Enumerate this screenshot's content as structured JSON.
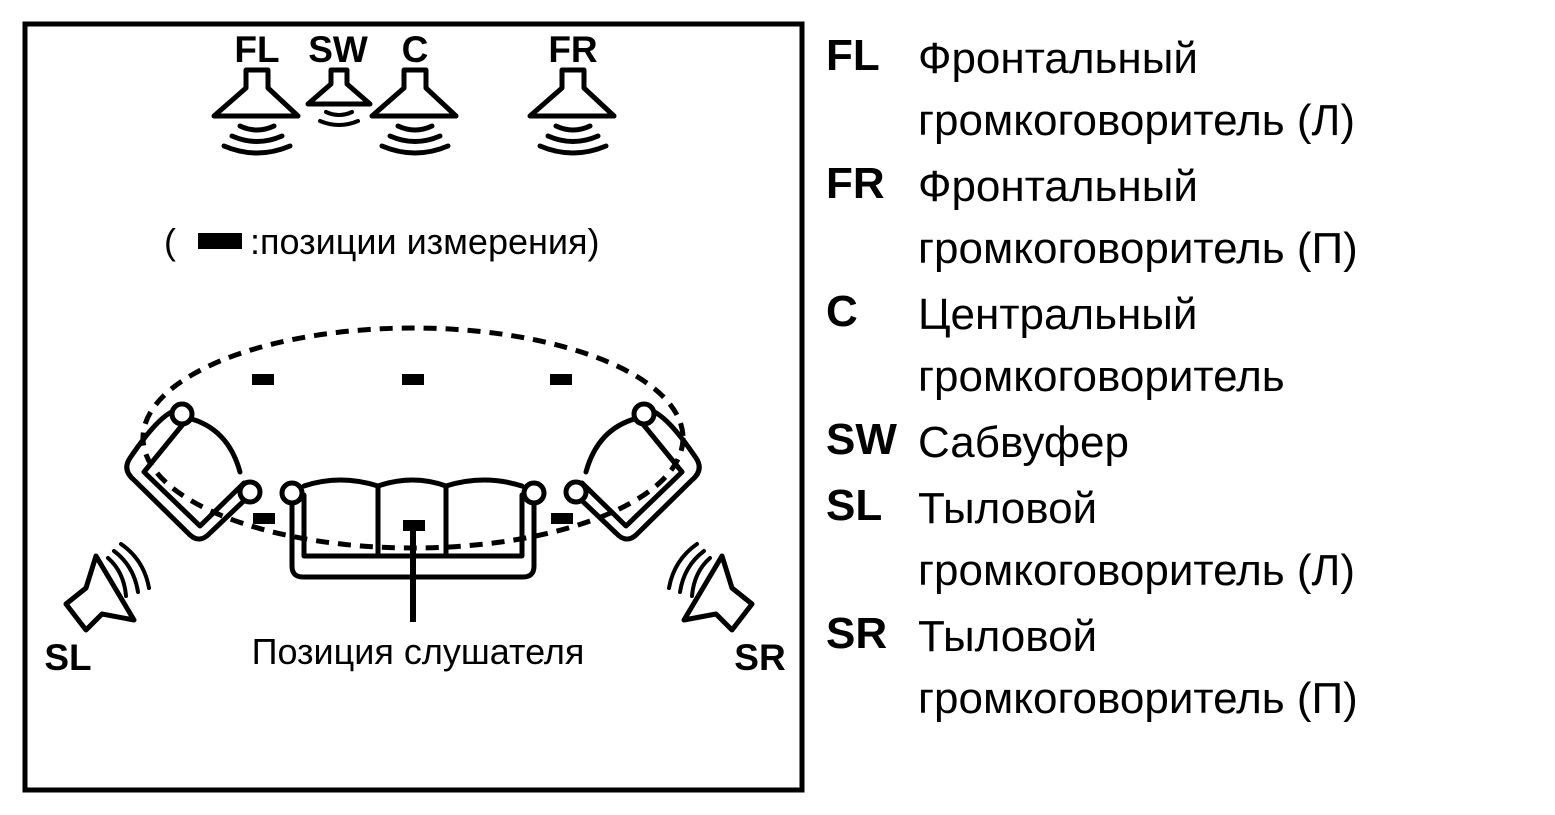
{
  "diagram": {
    "speaker_labels": {
      "fl": "FL",
      "sw": "SW",
      "c": "C",
      "fr": "FR",
      "sl": "SL",
      "sr": "SR"
    },
    "measure_note_open": "(",
    "measure_note_text": ":позиции измерения)",
    "listener_label": "Позиция слушателя"
  },
  "legend": [
    {
      "code": "FL",
      "line1": "Фронтальный",
      "line2": "громкоговоритель (Л)"
    },
    {
      "code": "FR",
      "line1": "Фронтальный",
      "line2": "громкоговоритель (П)"
    },
    {
      "code": "C",
      "line1": "Центральный",
      "line2": "громкоговоритель"
    },
    {
      "code": "SW",
      "line1": "Сабвуфер",
      "line2": ""
    },
    {
      "code": "SL",
      "line1": "Тыловой",
      "line2": "громкоговоритель (Л)"
    },
    {
      "code": "SR",
      "line1": "Тыловой",
      "line2": "громкоговоритель (П)"
    }
  ]
}
